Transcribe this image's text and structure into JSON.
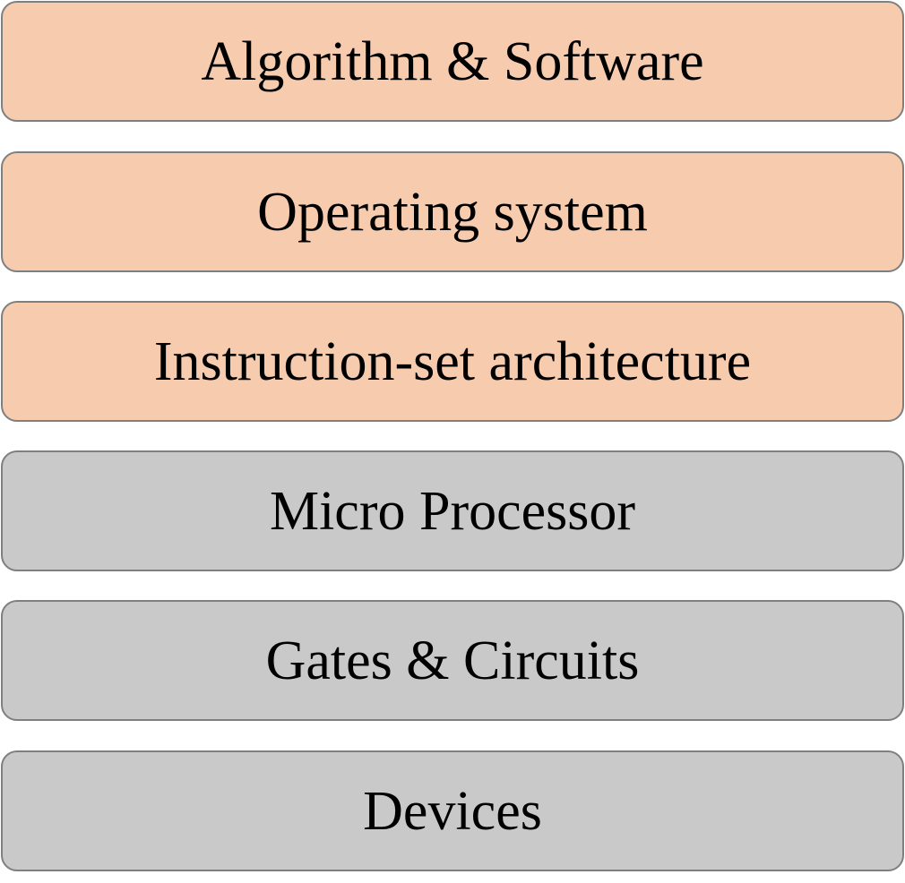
{
  "colors": {
    "software_fill": "#f7cbae",
    "hardware_fill": "#c9c9c9",
    "border": "#7f7f7f",
    "text": "#000000"
  },
  "layers": [
    {
      "label": "Algorithm & Software",
      "group": "software"
    },
    {
      "label": "Operating system",
      "group": "software"
    },
    {
      "label": "Instruction-set architecture",
      "group": "software"
    },
    {
      "label": "Micro Processor",
      "group": "hardware"
    },
    {
      "label": "Gates & Circuits",
      "group": "hardware"
    },
    {
      "label": "Devices",
      "group": "hardware"
    }
  ]
}
